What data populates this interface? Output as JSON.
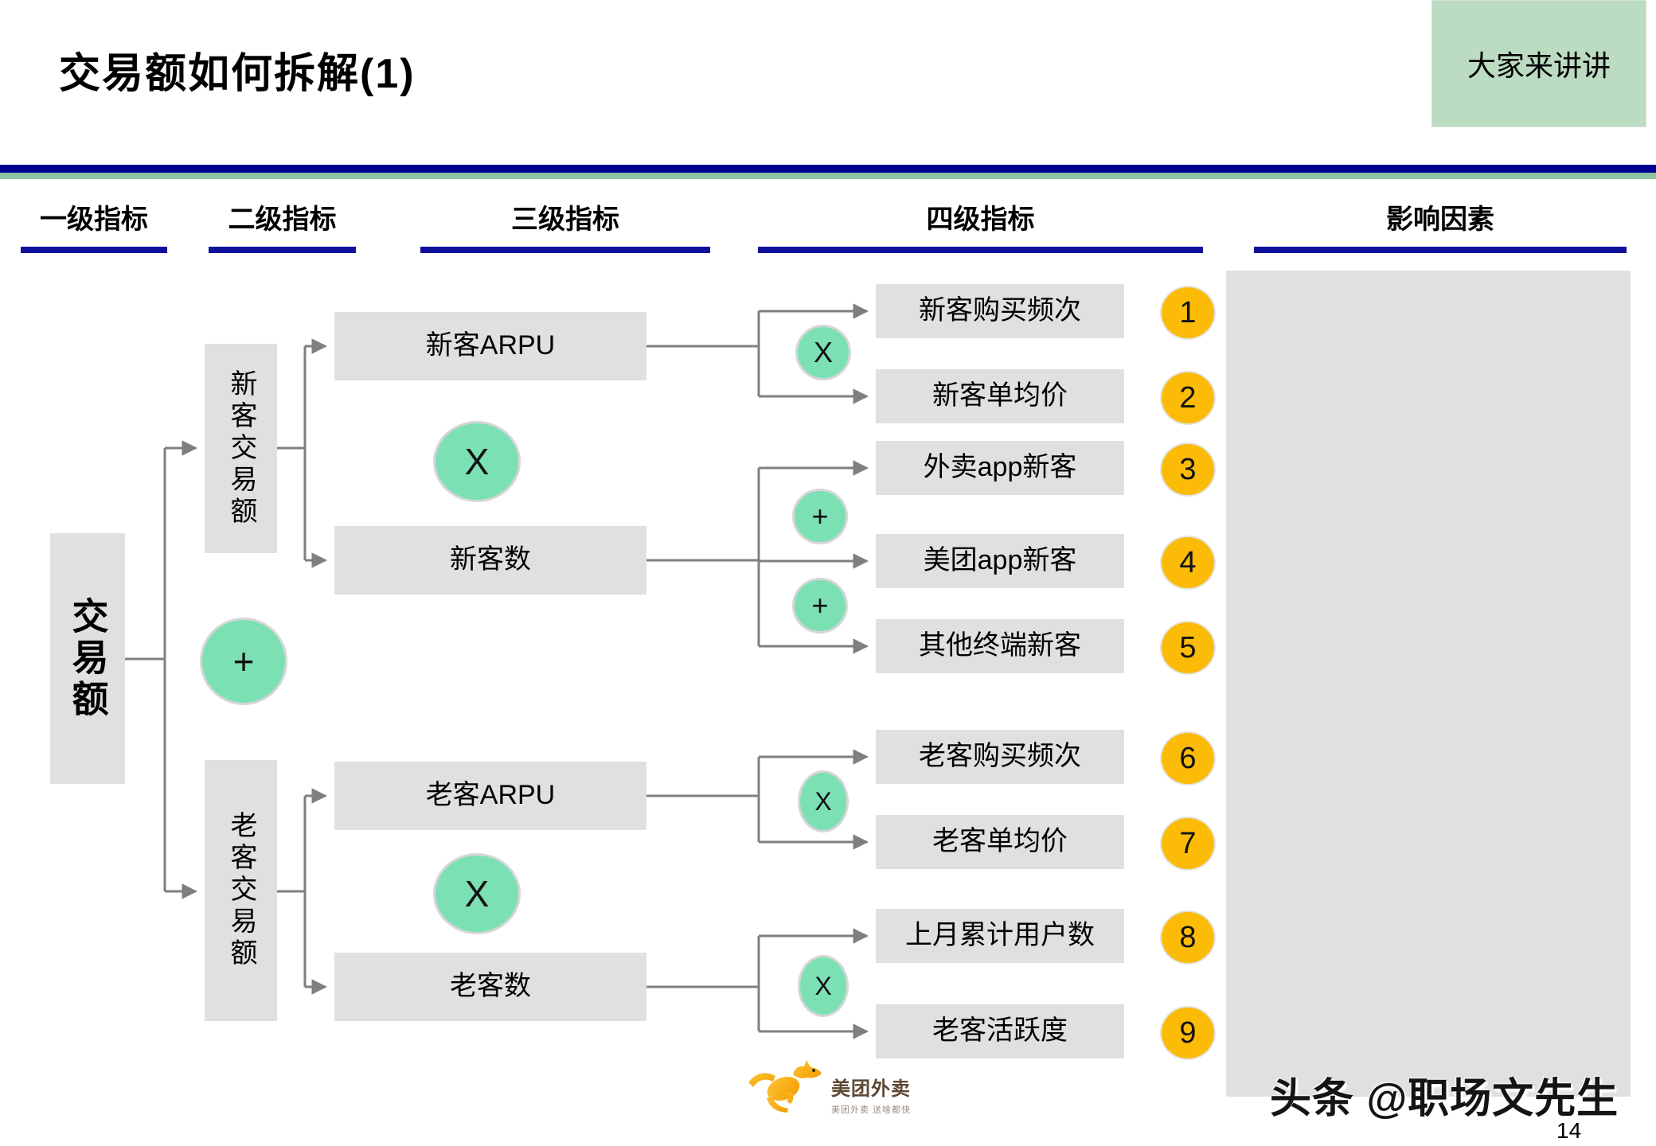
{
  "page": {
    "title": "交易额如何拆解(1)",
    "corner_note": "大家来讲讲",
    "page_number": "14",
    "watermark": "头条 @职场文先生"
  },
  "logo": {
    "brand": "美团外卖",
    "tagline": "美团外卖 送啥都快",
    "icon": "kangaroo-icon"
  },
  "columns": [
    {
      "label": "一级指标"
    },
    {
      "label": "二级指标"
    },
    {
      "label": "三级指标"
    },
    {
      "label": "四级指标"
    },
    {
      "label": "影响因素"
    }
  ],
  "tree": {
    "level1": {
      "label": "交易额"
    },
    "level2": [
      {
        "label": "新客交易额"
      },
      {
        "label": "老客交易额"
      }
    ],
    "level3": [
      {
        "label": "新客ARPU"
      },
      {
        "label": "新客数"
      },
      {
        "label": "老客ARPU"
      },
      {
        "label": "老客数"
      }
    ],
    "level4": [
      {
        "num": "1",
        "label": "新客购买频次"
      },
      {
        "num": "2",
        "label": "新客单均价"
      },
      {
        "num": "3",
        "label": "外卖app新客"
      },
      {
        "num": "4",
        "label": "美团app新客"
      },
      {
        "num": "5",
        "label": "其他终端新客"
      },
      {
        "num": "6",
        "label": "老客购买频次"
      },
      {
        "num": "7",
        "label": "老客单均价"
      },
      {
        "num": "8",
        "label": "上月累计用户数"
      },
      {
        "num": "9",
        "label": "老客活跃度"
      }
    ],
    "operators": {
      "root_plus": "+",
      "new_branch_x": "X",
      "old_branch_x": "X",
      "new_freq_price_x": "X",
      "new_source_plus_1": "+",
      "new_source_plus_2": "+",
      "old_freq_price_x": "X",
      "old_base_active_x": "X"
    }
  },
  "colors": {
    "accent_navy": "#000090",
    "header_underline_navy": "#10109C",
    "sage_green_rule": "#8FC2A2",
    "corner_note_green": "#BCDCC2",
    "box_gray": "#E0E0E0",
    "mint_operator": "#7CE0B5",
    "amber_badge": "#FBBB07",
    "connector_gray": "#7F7F7F",
    "logo_orange": "#F9AE0D",
    "logo_brown": "#5C4732"
  }
}
